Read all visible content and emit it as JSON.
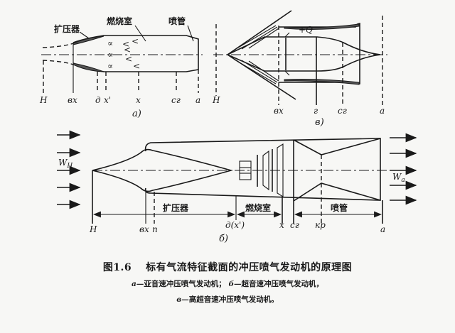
{
  "figure": {
    "number": "图1.6",
    "title": "标有气流特征截面的冲压喷气发动机的原理图",
    "legend": [
      {
        "key": "a",
        "text": "—亚音速冲压喷气发动机；"
      },
      {
        "key": "б",
        "text": "—超音速冲压喷气发动机，"
      },
      {
        "key": "в",
        "text": "—高超音速冲压喷气发动机。"
      }
    ]
  },
  "diagram_a": {
    "sublabel": "a)",
    "components": {
      "diffuser": "扩压器",
      "combustor": "燃烧室",
      "nozzle": "喷管"
    },
    "stations": [
      "H",
      "вх",
      "д",
      "x'",
      "x",
      "cг",
      "a"
    ]
  },
  "diagram_v": {
    "sublabel": "в)",
    "heat_label": "+Q",
    "stations": [
      "H",
      "вх",
      "г",
      "cг",
      "a"
    ]
  },
  "diagram_b": {
    "sublabel": "б)",
    "components": {
      "diffuser": "扩压器",
      "combustor": "燃烧室",
      "nozzle": "喷管"
    },
    "stations": [
      "H",
      "вх",
      "п",
      "д(x')",
      "x",
      "cг",
      "кр",
      "a"
    ],
    "inflow_label": "W",
    "inflow_sub": "H",
    "outflow_label": "W",
    "outflow_sub": "a"
  }
}
